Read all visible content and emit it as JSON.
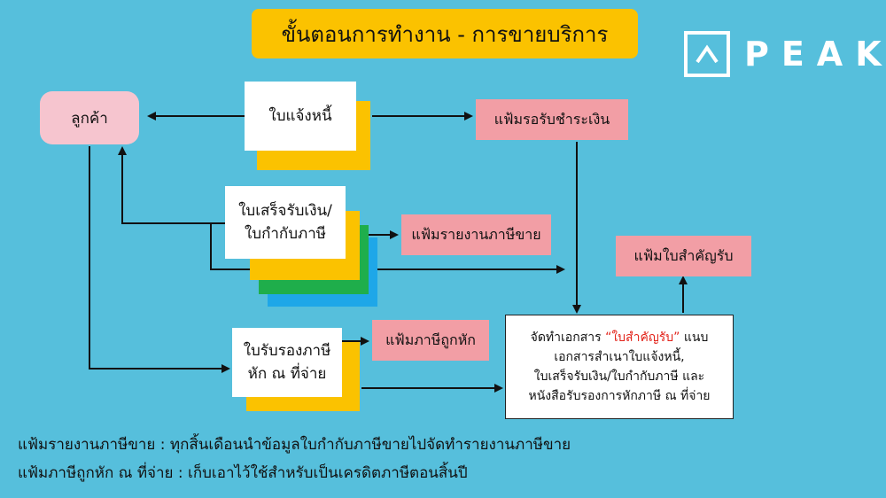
{
  "title": "ขั้นตอนการทำงาน - การขายบริการ",
  "logo": {
    "text": "PEAK",
    "icon": "peak-logo-icon"
  },
  "nodes": {
    "customer": "ลูกค้า",
    "invoice": "ใบแจ้งหนี้",
    "receipt_line1": "ใบเสร็จรับเงิน/",
    "receipt_line2": "ใบกำกับภาษี",
    "wht_line1": "ใบรับรองภาษี",
    "wht_line2": "หัก ณ ที่จ่าย",
    "file_pending_payment": "แฟ้มรอรับชำระเงิน",
    "file_sales_tax_report": "แฟ้มรายงานภาษีขาย",
    "file_withholding_tax": "แฟ้มภาษีถูกหัก",
    "file_receipts": "แฟ้มใบสำคัญรับ"
  },
  "center": {
    "line1_prefix": "จัดทำเอกสาร ",
    "line1_highlight": "“ใบสำคัญรับ”",
    "line1_suffix": " แนบ",
    "line2": "เอกสารสำเนาใบแจ้งหนี้,",
    "line3": "ใบเสร็จรับเงิน/ใบกำกับภาษี และ",
    "line4": "หนังสือรับรองการหักภาษี ณ ที่จ่าย"
  },
  "notes": {
    "note1": "แฟ้มรายงานภาษีขาย : ทุกสิ้นเดือนนำข้อมูลใบกำกับภาษีขายไปจัดทำรายงานภาษีขาย",
    "note2": "แฟ้มภาษีถูกหัก ณ ที่จ่าย : เก็บเอาไว้ใช้สำหรับเป็นเครดิตภาษีตอนสิ้นปี"
  },
  "colors": {
    "background": "#56bfdc",
    "title_bg": "#fbc200",
    "customer_bg": "#f6c5cf",
    "file_bg": "#f29ea5",
    "doc_yellow": "#fbc200",
    "doc_green": "#1fae4b",
    "doc_blue": "#1ea7e8",
    "highlight_red": "#e2231a"
  }
}
